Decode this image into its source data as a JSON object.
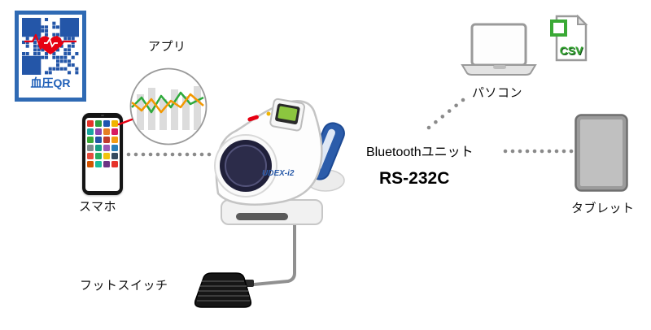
{
  "qr": {
    "label": "血圧QR"
  },
  "app": {
    "label": "アプリ"
  },
  "phone": {
    "label": "スマホ",
    "app_colors": [
      "#e6332a",
      "#2e9e41",
      "#1e56b0",
      "#f0b400",
      "#19a7a0",
      "#8e44ad",
      "#e67e22",
      "#d81b60",
      "#3aa935",
      "#2455a4",
      "#c0392b",
      "#f39c12",
      "#7f8c8d",
      "#16a085",
      "#9b59b6",
      "#2980b9",
      "#e74c3c",
      "#27ae60",
      "#f1c40f",
      "#34495e",
      "#d35400",
      "#1abc9c",
      "#6c3483",
      "#e6332a"
    ]
  },
  "device": {
    "brand": "UDEX-i2"
  },
  "footswitch": {
    "label": "フットスイッチ"
  },
  "connection": {
    "bluetooth_label": "Bluetoothユニット",
    "rs232c_label": "RS-232C"
  },
  "pc": {
    "label": "パソコン"
  },
  "csv": {
    "label": "CSV"
  },
  "tablet": {
    "label": "タブレット"
  },
  "colors": {
    "qr_blue": "#2456a8",
    "qr_border": "#2f6ab4",
    "accent_blue": "#2b5caa",
    "green": "#3aa935",
    "orange": "#f39800",
    "red": "#e60012",
    "dot_gray": "#8a8a8a",
    "screen_green": "#8cc63f"
  }
}
